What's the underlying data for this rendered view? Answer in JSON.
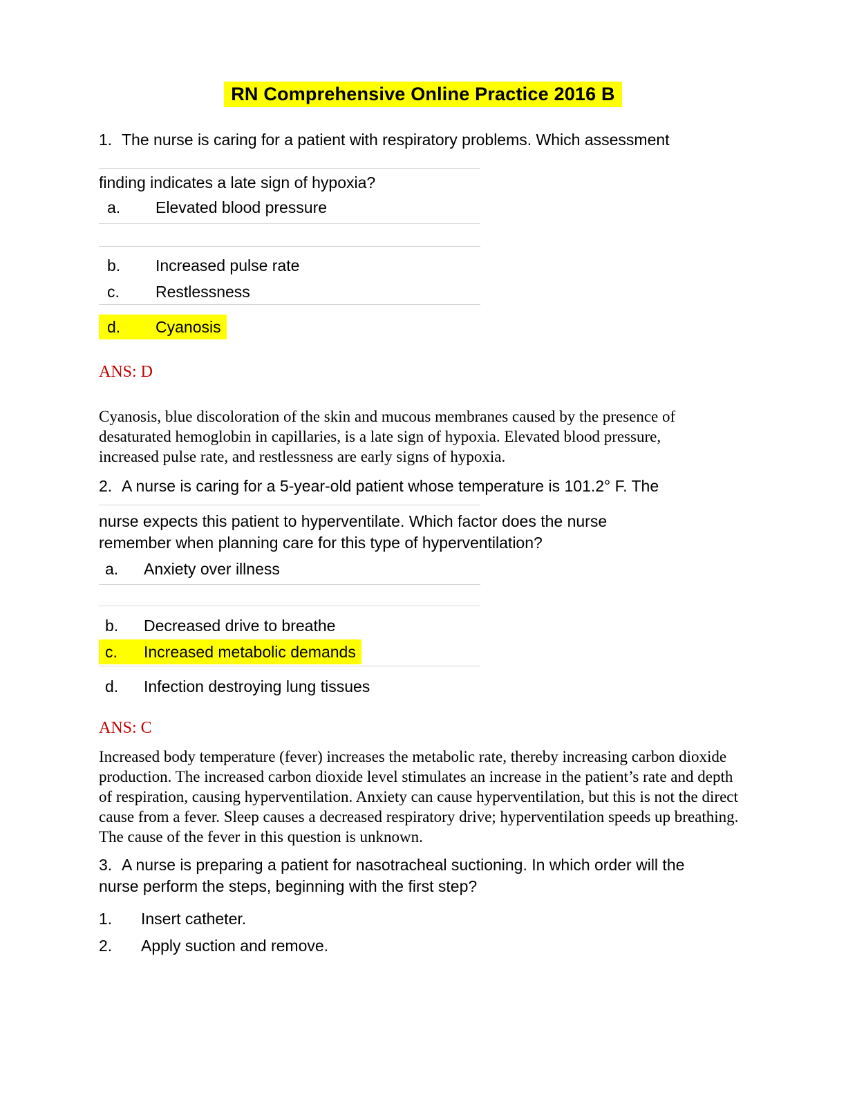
{
  "title": "RN Comprehensive Online Practice 2016 B",
  "colors": {
    "highlight": "#ffff00",
    "answer_red": "#c00000"
  },
  "questions": [
    {
      "number": "1.",
      "line1": "The nurse is caring for a patient with respiratory problems. Which assessment",
      "line2": "finding indicates a late sign of hypoxia?",
      "options": [
        {
          "letter": "a.",
          "text": "Elevated blood pressure",
          "highlighted": false
        },
        {
          "letter": "b.",
          "text": "Increased pulse rate",
          "highlighted": false
        },
        {
          "letter": "c.",
          "text": "Restlessness",
          "highlighted": false
        },
        {
          "letter": "d.",
          "text": "Cyanosis",
          "highlighted": true
        }
      ],
      "answer_label": "ANS: D",
      "rationale": "Cyanosis, blue discoloration of the skin and mucous membranes caused by the presence of desaturated hemoglobin in capillaries, is a late sign of hypoxia. Elevated blood pressure, increased pulse rate, and restlessness are early signs of hypoxia."
    },
    {
      "number": "2.",
      "line1": "A nurse is caring for a 5-year-old patient whose temperature is 101.2° F. The",
      "line2": "nurse expects this patient to hyperventilate. Which factor does the nurse remember when planning care for this type of hyperventilation?",
      "options": [
        {
          "letter": "a.",
          "text": "Anxiety over illness",
          "highlighted": false
        },
        {
          "letter": "b.",
          "text": "Decreased drive to breathe",
          "highlighted": false
        },
        {
          "letter": "c.",
          "text": "Increased metabolic demands",
          "highlighted": true
        },
        {
          "letter": "d.",
          "text": "Infection destroying lung tissues",
          "highlighted": false
        }
      ],
      "answer_label": "ANS: C",
      "rationale": "Increased body temperature (fever) increases the metabolic rate, thereby increasing carbon dioxide production. The increased carbon dioxide level stimulates an increase in the patient’s rate and depth of respiration, causing hyperventilation. Anxiety can cause hyperventilation, but this is not the direct cause from a fever. Sleep causes a decreased respiratory drive; hyperventilation speeds up breathing. The cause of the fever in this question is unknown."
    },
    {
      "number": "3.",
      "line1": "A nurse is preparing a patient for nasotracheal suctioning. In which order will the nurse perform the steps, beginning with the first step?",
      "steps": [
        {
          "num": "1.",
          "text": "Insert catheter."
        },
        {
          "num": "2.",
          "text": "Apply suction and remove."
        }
      ]
    }
  ]
}
